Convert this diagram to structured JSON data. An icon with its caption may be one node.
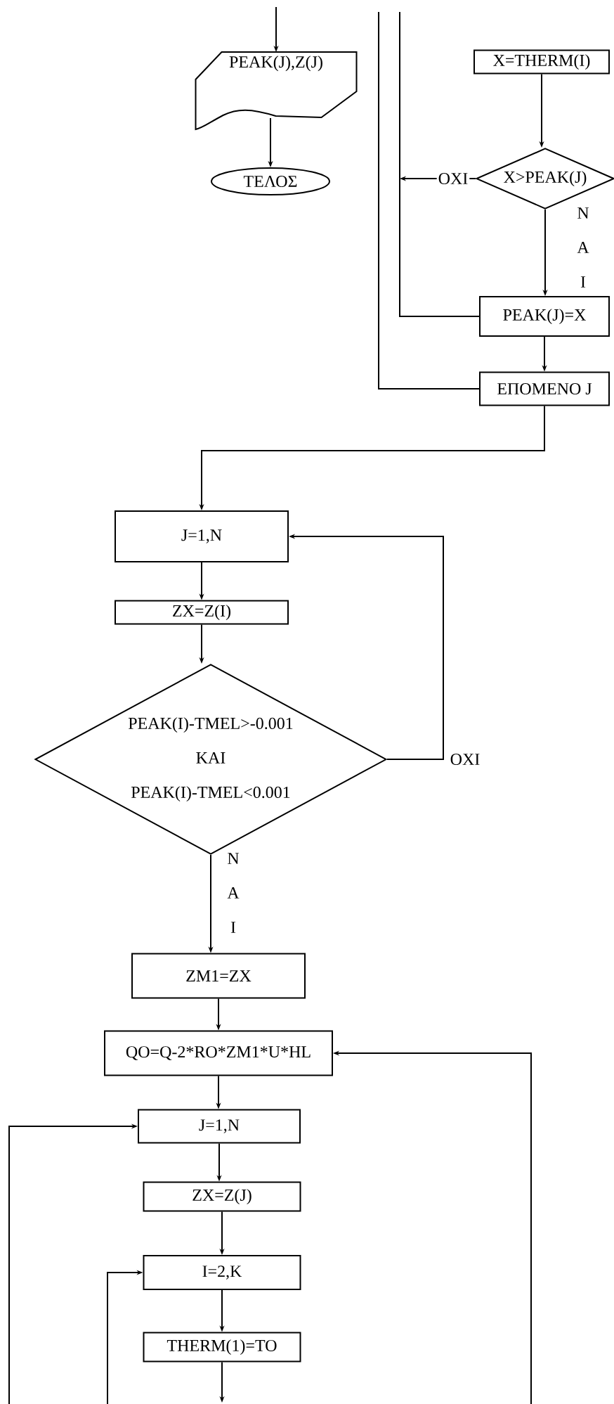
{
  "diagram": {
    "nodes": [
      {
        "text": [
          "PEAK(J),Z(J)"
        ]
      },
      {
        "text": [
          "ΤΕΛΟΣ"
        ]
      },
      {
        "text": [
          "X=THERM(I)"
        ]
      },
      {
        "text": [
          "X>PEAK(J)"
        ]
      },
      {
        "text": [
          "PEAK(J)=X"
        ]
      },
      {
        "text": [
          "ΕΠΟΜΕΝΟ J"
        ]
      },
      {
        "text": [
          "J=1,N"
        ]
      },
      {
        "text": [
          "ZX=Z(I)"
        ]
      },
      {
        "text": [
          "PEAK(I)-TMEL>-0.001",
          "ΚΑΙ",
          "PEAK(I)-TMEL<0.001"
        ]
      },
      {
        "text": [
          "ZM1=ZX"
        ]
      },
      {
        "text": [
          "QO=Q-2*RO*ZM1*U*HL"
        ]
      },
      {
        "text": [
          "J=1,N"
        ]
      },
      {
        "text": [
          "ZX=Z(J)"
        ]
      },
      {
        "text": [
          "I=2,K"
        ]
      },
      {
        "text": [
          "THERM(1)=TO"
        ]
      }
    ],
    "edges": [
      {
        "from": null,
        "to": 0,
        "arrow": "to"
      },
      {
        "from": 0,
        "to": 1,
        "arrow": "to"
      },
      {
        "from": 2,
        "to": 3,
        "arrow": "to"
      },
      {
        "from": 3,
        "to": null,
        "arrow": "to",
        "label": "ΟΧΙ"
      },
      {
        "from": 3,
        "to": 4,
        "arrow": "to",
        "label": "Ν Α Ι"
      },
      {
        "from": 4,
        "to": null,
        "arrow": "none"
      },
      {
        "from": 4,
        "to": 5,
        "arrow": "to"
      },
      {
        "from": 5,
        "to": null,
        "arrow": "none"
      },
      {
        "from": 5,
        "to": 6,
        "arrow": "to"
      },
      {
        "from": 6,
        "to": 7,
        "arrow": "to"
      },
      {
        "from": 7,
        "to": 8,
        "arrow": "to"
      },
      {
        "from": 8,
        "to": 6,
        "arrow": "to",
        "label": "ΟΧΙ"
      },
      {
        "from": 8,
        "to": 9,
        "arrow": "to",
        "label": "Ν Α Ι"
      },
      {
        "from": 9,
        "to": 10,
        "arrow": "to"
      },
      {
        "from": null,
        "to": 10,
        "arrow": "to"
      },
      {
        "from": 10,
        "to": 11,
        "arrow": "to"
      },
      {
        "from": null,
        "to": 11,
        "arrow": "to"
      },
      {
        "from": 11,
        "to": 12,
        "arrow": "to"
      },
      {
        "from": 12,
        "to": 13,
        "arrow": "to"
      },
      {
        "from": null,
        "to": 13,
        "arrow": "to"
      },
      {
        "from": 13,
        "to": 14,
        "arrow": "to"
      },
      {
        "from": 14,
        "to": null,
        "arrow": "to"
      }
    ]
  }
}
